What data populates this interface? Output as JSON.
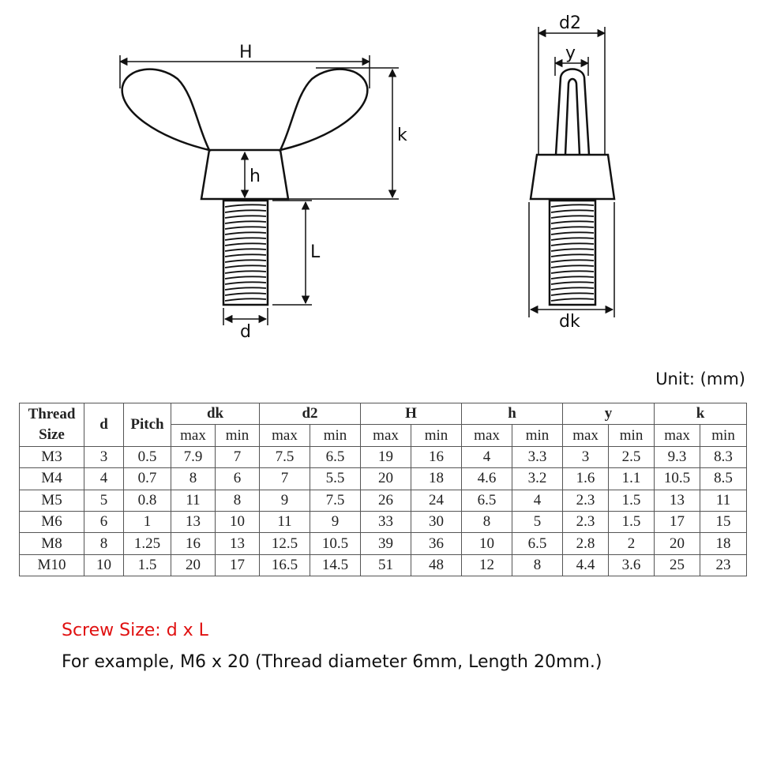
{
  "diagram": {
    "front_labels": {
      "H": "H",
      "k": "k",
      "h": "h",
      "L": "L",
      "d": "d"
    },
    "side_labels": {
      "d2": "d2",
      "y": "y",
      "dk": "dk"
    }
  },
  "unit_label": "Unit: (mm)",
  "table": {
    "header_row1": {
      "thread_size": "Thread Size",
      "d": "d",
      "pitch": "Pitch",
      "dk": "dk",
      "d2": "d2",
      "H": "H",
      "h": "h",
      "y": "y",
      "k": "k"
    },
    "max_label": "max",
    "min_label": "min",
    "rows": [
      [
        "M3",
        "3",
        "0.5",
        "7.9",
        "7",
        "7.5",
        "6.5",
        "19",
        "16",
        "4",
        "3.3",
        "3",
        "2.5",
        "9.3",
        "8.3"
      ],
      [
        "M4",
        "4",
        "0.7",
        "8",
        "6",
        "7",
        "5.5",
        "20",
        "18",
        "4.6",
        "3.2",
        "1.6",
        "1.1",
        "10.5",
        "8.5"
      ],
      [
        "M5",
        "5",
        "0.8",
        "11",
        "8",
        "9",
        "7.5",
        "26",
        "24",
        "6.5",
        "4",
        "2.3",
        "1.5",
        "13",
        "11"
      ],
      [
        "M6",
        "6",
        "1",
        "13",
        "10",
        "11",
        "9",
        "33",
        "30",
        "8",
        "5",
        "2.3",
        "1.5",
        "17",
        "15"
      ],
      [
        "M8",
        "8",
        "1.25",
        "16",
        "13",
        "12.5",
        "10.5",
        "39",
        "36",
        "10",
        "6.5",
        "2.8",
        "2",
        "20",
        "18"
      ],
      [
        "M10",
        "10",
        "1.5",
        "20",
        "17",
        "16.5",
        "14.5",
        "51",
        "48",
        "12",
        "8",
        "4.4",
        "3.6",
        "25",
        "23"
      ]
    ]
  },
  "notes": {
    "screw_size": "Screw Size: d x L",
    "example": "For example, M6 x 20 (Thread diameter 6mm, Length 20mm.)"
  },
  "colors": {
    "screw_size_note": "#e01010",
    "text": "#111111"
  }
}
